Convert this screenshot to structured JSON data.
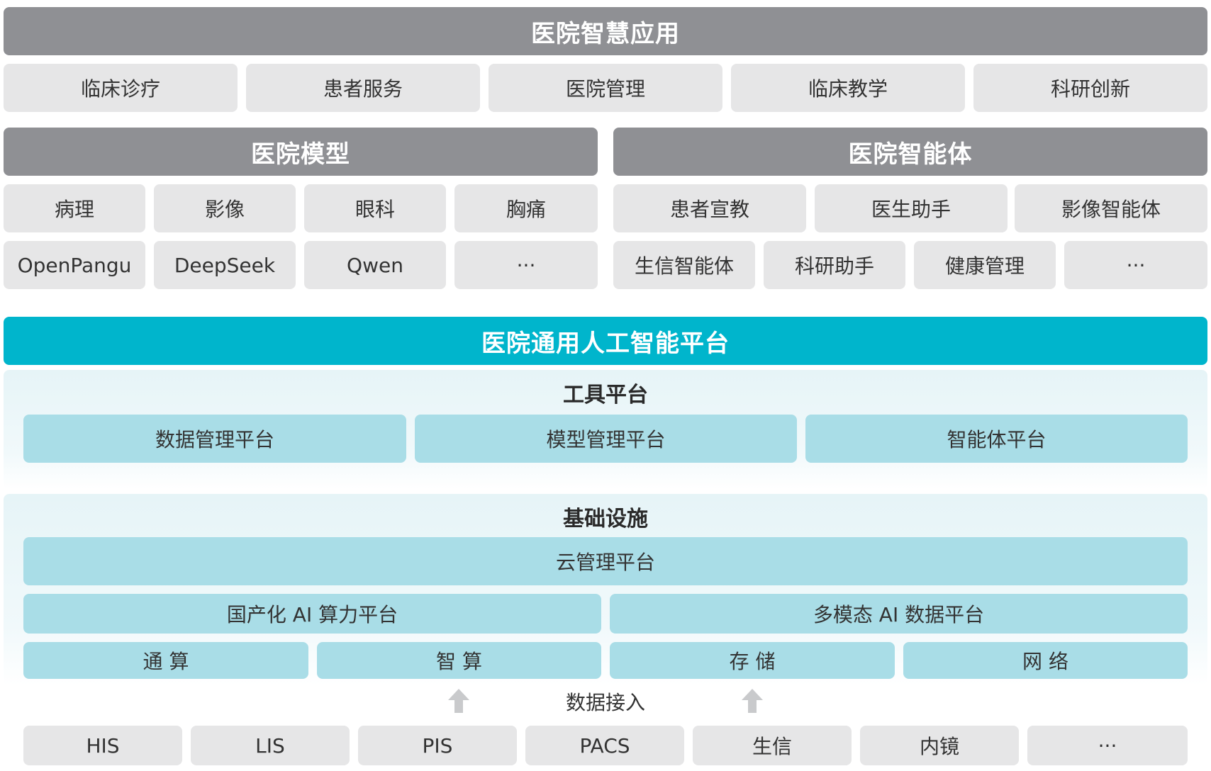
{
  "top": {
    "title": "医院智慧应用",
    "items": [
      "临床诊疗",
      "患者服务",
      "医院管理",
      "临床教学",
      "科研创新"
    ]
  },
  "model": {
    "title": "医院模型",
    "row1": [
      "病理",
      "影像",
      "眼科",
      "胸痛"
    ],
    "row2": [
      "OpenPangu",
      "DeepSeek",
      "Qwen",
      "···"
    ]
  },
  "agent": {
    "title": "医院智能体",
    "row1": [
      "患者宣教",
      "医生助手",
      "影像智能体"
    ],
    "row2": [
      "生信智能体",
      "科研助手",
      "健康管理",
      "···"
    ]
  },
  "platform": {
    "title": "医院通用人工智能平台"
  },
  "tools": {
    "title": "工具平台",
    "items": [
      "数据管理平台",
      "模型管理平台",
      "智能体平台"
    ]
  },
  "infra": {
    "title": "基础设施",
    "cloud": "云管理平台",
    "row1": [
      "国产化 AI 算力平台",
      "多模态 AI 数据平台"
    ],
    "row2": [
      "通 算",
      "智 算",
      "存 储",
      "网 络"
    ]
  },
  "data_access": {
    "label": "数据接入",
    "sources": [
      "HIS",
      "LIS",
      "PIS",
      "PACS",
      "生信",
      "内镜",
      "···"
    ]
  },
  "colors": {
    "header_gray": "#8f9094",
    "cell_gray": "#e6e6e7",
    "teal": "#00b5cc",
    "light_teal": "#a9dde7"
  },
  "icons": [
    "up-arrow-icon",
    "up-arrow-icon"
  ]
}
